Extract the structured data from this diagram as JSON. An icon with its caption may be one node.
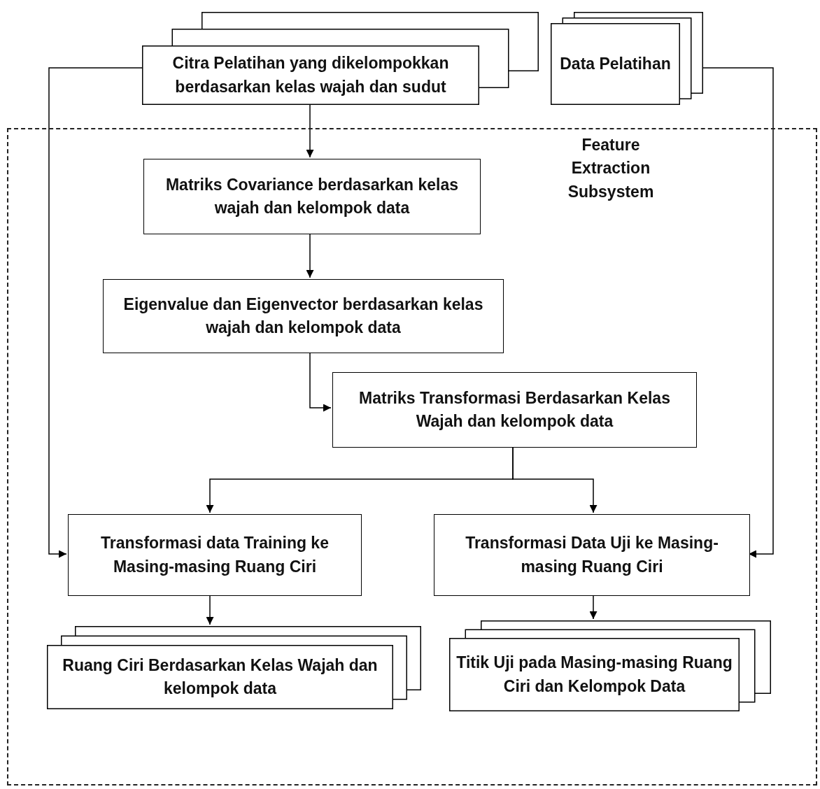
{
  "diagram": {
    "nodes": [
      {
        "text": [
          "Citra Pelatihan yang dikelompokkan berdasarkan kelas wajah dan sudut"
        ]
      },
      {
        "text": [
          "Data Pelatihan"
        ]
      },
      {
        "text": [
          "Feature Extraction Subsystem"
        ]
      },
      {
        "text": [
          "Matriks Covariance berdasarkan kelas wajah dan kelompok data"
        ],
        "in": 2
      },
      {
        "text": [
          "Eigenvalue dan Eigenvector berdasarkan kelas wajah dan kelompok data"
        ],
        "in": 2
      },
      {
        "text": [
          "Matriks Transformasi Berdasarkan Kelas Wajah dan kelompok data"
        ],
        "in": 2
      },
      {
        "text": [
          "Transformasi data Training ke Masing-masing Ruang Ciri"
        ],
        "in": 2
      },
      {
        "text": [
          "Transformasi Data Uji ke Masing-masing Ruang Ciri"
        ],
        "in": 2
      },
      {
        "text": [
          "Ruang Ciri Berdasarkan Kelas Wajah dan kelompok data"
        ],
        "in": 2
      },
      {
        "text": [
          "Titik Uji pada Masing-masing Ruang Ciri dan Kelompok Data"
        ],
        "in": 2
      }
    ],
    "edges": [
      {
        "from": 0,
        "to": 3,
        "arrow": "to"
      },
      {
        "from": 0,
        "to": 6,
        "arrow": "to"
      },
      {
        "from": 1,
        "to": 7,
        "arrow": "to"
      },
      {
        "from": 3,
        "to": 4,
        "arrow": "to"
      },
      {
        "from": 4,
        "to": 5,
        "arrow": "to"
      },
      {
        "from": 5,
        "to": 6,
        "arrow": "to"
      },
      {
        "from": 5,
        "to": 7,
        "arrow": "to"
      },
      {
        "from": 6,
        "to": 8,
        "arrow": "to"
      },
      {
        "from": 7,
        "to": 9,
        "arrow": "to"
      }
    ]
  }
}
